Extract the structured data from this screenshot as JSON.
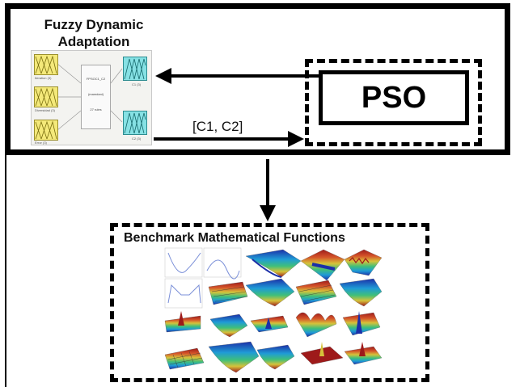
{
  "diagram": {
    "title_line1": "Fuzzy Dynamic",
    "title_line2": "Adaptation",
    "pso_label": "PSO",
    "connection_label": "[C1, C2]",
    "benchmark_title": "Benchmark Mathematical Functions"
  },
  "fuzzy_system": {
    "inputs": [
      {
        "label": "Iteration (3)"
      },
      {
        "label": "Diversidad (3)"
      },
      {
        "label": "Error (3)"
      }
    ],
    "core_lines": [
      "FPSOC1_C2",
      "(mamdani)",
      "27 rules"
    ],
    "outputs": [
      {
        "label": "C1 (3)"
      },
      {
        "label": "C2 (3)"
      }
    ]
  },
  "colors": {
    "input_fill": "#f4e97a",
    "output_fill": "#86e1e4",
    "surface_palette": [
      "#1b2fa8",
      "#1f9bd6",
      "#3fbf7a",
      "#d6c23a",
      "#d5552a",
      "#9e1a1a"
    ]
  }
}
